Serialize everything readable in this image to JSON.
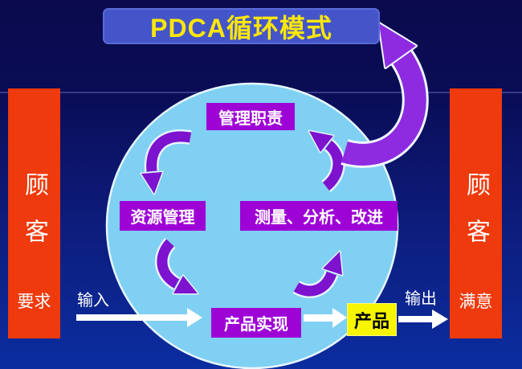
{
  "title": "PDCA循环模式",
  "left_bar": {
    "label": "顾客",
    "sublabel": "要求"
  },
  "right_bar": {
    "label": "顾客",
    "sublabel": "满意"
  },
  "cycle": {
    "top": "管理职责",
    "left": "资源管理",
    "right": "测量、分析、改进",
    "bottom": "产品实现"
  },
  "flow": {
    "input_label": "输入",
    "output_label": "输出",
    "product_label": "产品"
  },
  "colors": {
    "title_bg": "#4355c9",
    "title_text": "#ffe60a",
    "bar_orange": "#ee3a0d",
    "circle_blue": "#7fd0f3",
    "box_purple": "#9e03d6",
    "arrow_purple": "#7d12cf",
    "big_arrow_purple": "#8e2be0",
    "product_yellow": "#f7f500",
    "arrow_white": "#ffffff"
  }
}
